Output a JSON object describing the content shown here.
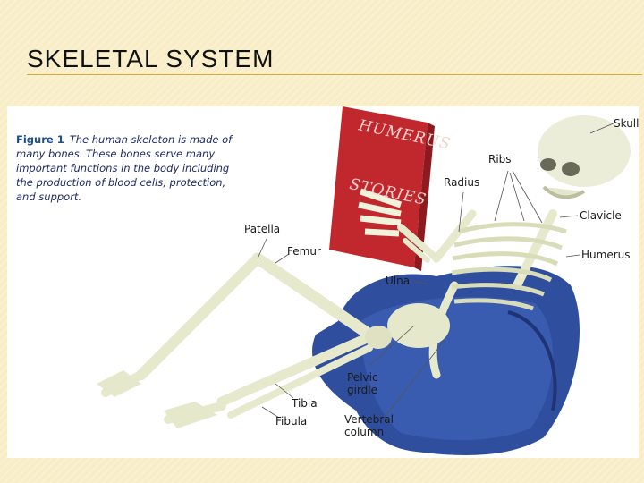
{
  "slide": {
    "title": "SKELETAL SYSTEM"
  },
  "figure": {
    "label": "Figure 1",
    "caption": "The human skeleton is made of many bones. These bones serve many important functions in the body including the production of blood cells, protection, and support.",
    "book": {
      "line1": "HUMERUS",
      "line2": "STORIES"
    },
    "labels": {
      "skull": "Skull",
      "ribs": "Ribs",
      "radius": "Radius",
      "clavicle": "Clavicle",
      "patella": "Patella",
      "femur": "Femur",
      "humerus": "Humerus",
      "ulna": "Ulna",
      "pelvic": "Pelvic girdle",
      "tibia": "Tibia",
      "fibula": "Fibula",
      "vertebral": "Vertebral column"
    }
  },
  "colors": {
    "background": "#f8edc6",
    "title_rule": "#d9a83a",
    "bone": "#eceed3",
    "cushion": "#2f4f9e",
    "book": "#c0282e",
    "caption_text": "#1d2a63"
  }
}
